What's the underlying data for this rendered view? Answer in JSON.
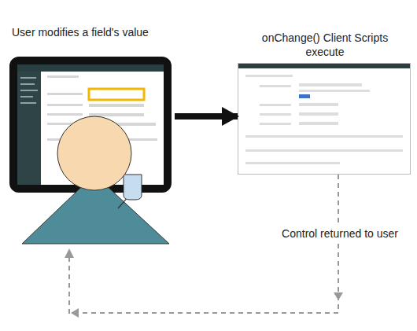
{
  "diagram": {
    "nodes": [
      {
        "text": [
          "User modifies a field's value"
        ]
      },
      {
        "text": [
          "onChange() Client Scripts execute"
        ]
      }
    ],
    "edges": [
      {
        "from": 0,
        "to": 1,
        "arrow": "to"
      },
      {
        "from": 1,
        "to": 0,
        "label": "Control returned to user",
        "arrow": "to"
      }
    ]
  }
}
